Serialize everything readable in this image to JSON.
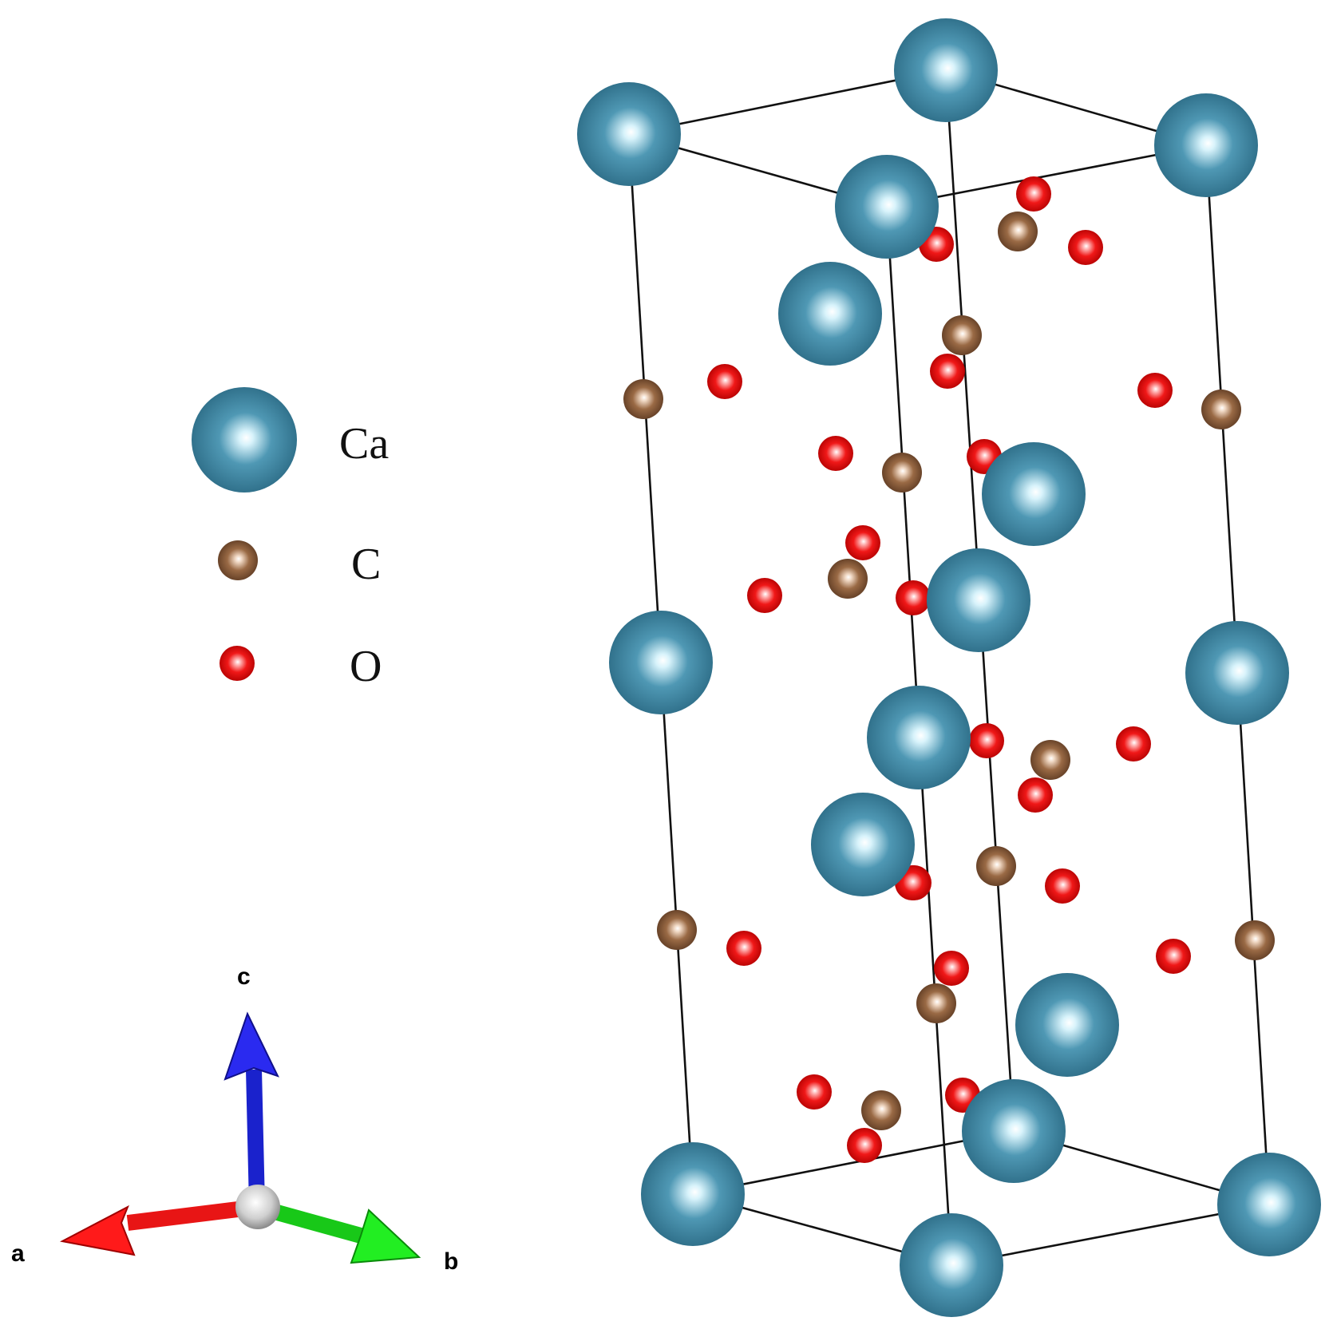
{
  "legend": {
    "items": [
      {
        "element": "Ca",
        "label": "Ca",
        "color": "#3f86a3"
      },
      {
        "element": "C",
        "label": "C",
        "color": "#8a5a3a"
      },
      {
        "element": "O",
        "label": "O",
        "color": "#ee1111"
      }
    ]
  },
  "axes": {
    "a": {
      "label": "a",
      "color": "#ee1111"
    },
    "b": {
      "label": "b",
      "color": "#11cc11"
    },
    "c": {
      "label": "c",
      "color": "#1111dd"
    }
  }
}
